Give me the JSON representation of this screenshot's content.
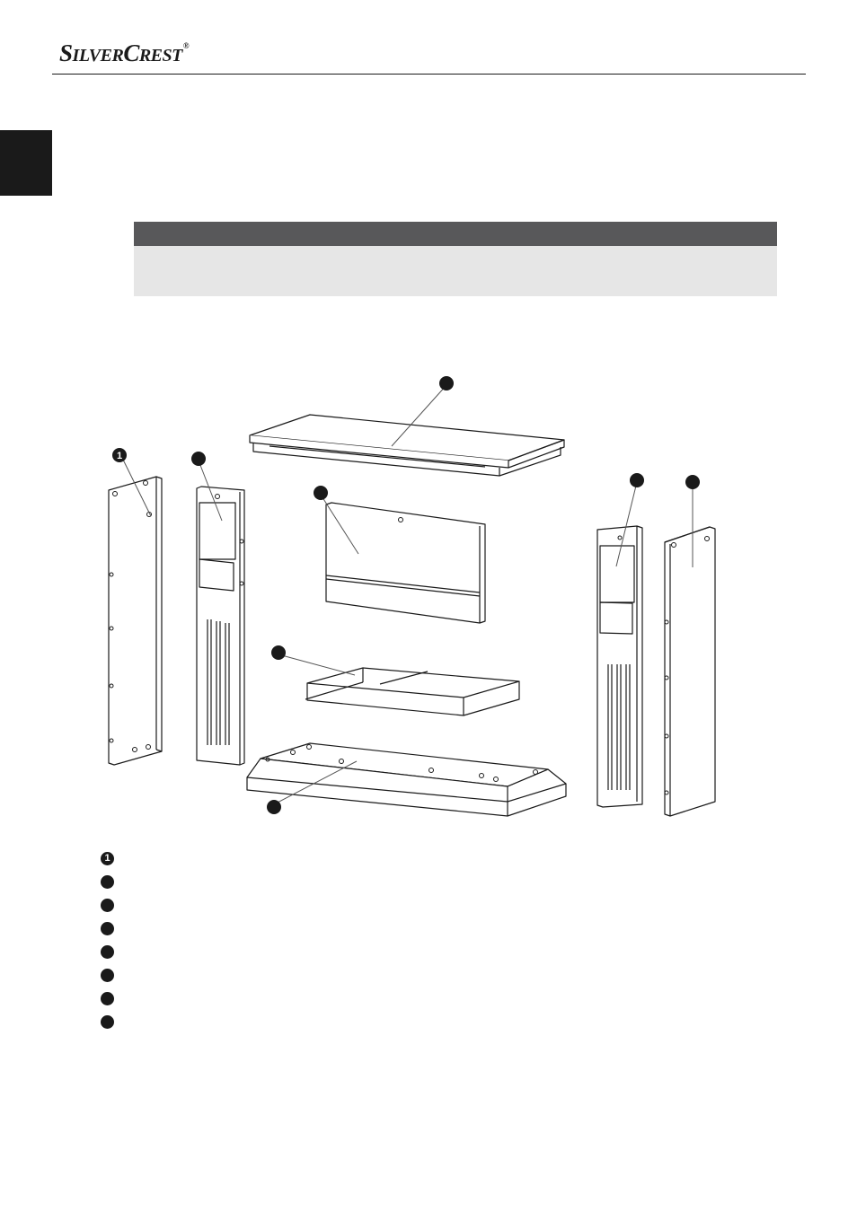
{
  "brand": {
    "logo_text_a": "S",
    "logo_text_b": "ILVER",
    "logo_text_c": "C",
    "logo_text_d": "REST",
    "registered": "®"
  },
  "diagram": {
    "callouts": [
      {
        "id": "marker-side-panel-left",
        "label": "1"
      },
      {
        "id": "marker-column-left",
        "label": ""
      },
      {
        "id": "marker-top-shelf",
        "label": ""
      },
      {
        "id": "marker-back-panel",
        "label": ""
      },
      {
        "id": "marker-frame",
        "label": ""
      },
      {
        "id": "marker-base",
        "label": ""
      },
      {
        "id": "marker-column-right",
        "label": ""
      },
      {
        "id": "marker-side-panel-right",
        "label": ""
      }
    ]
  },
  "legend": {
    "items": [
      {
        "marker": "1"
      },
      {
        "marker": ""
      },
      {
        "marker": ""
      },
      {
        "marker": ""
      },
      {
        "marker": ""
      },
      {
        "marker": ""
      },
      {
        "marker": ""
      },
      {
        "marker": ""
      }
    ]
  }
}
